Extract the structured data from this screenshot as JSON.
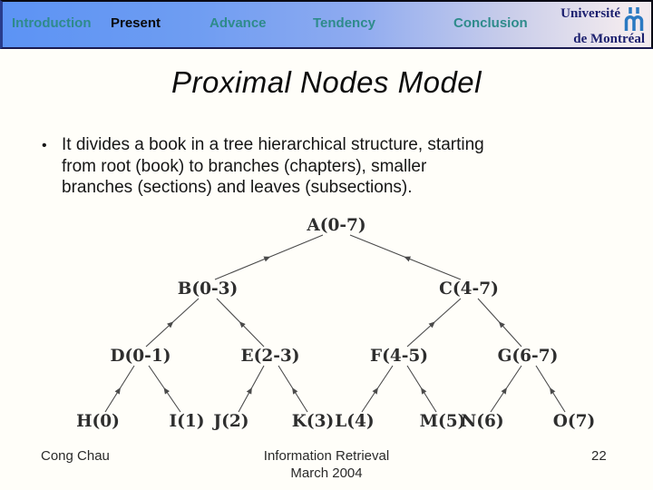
{
  "header": {
    "nav_items": [
      {
        "label": "Introduction",
        "active": false
      },
      {
        "label": "Present",
        "active": true
      },
      {
        "label": "Advance",
        "active": false
      },
      {
        "label": "Tendency",
        "active": false
      },
      {
        "label": "Conclusion",
        "active": false
      }
    ],
    "logo": {
      "line1": "Université",
      "line2": "de Montréal"
    },
    "colors": {
      "nav_link_teal": "#2E8B8B",
      "nav_active_black": "#0A0A0A",
      "bar_gradient_left": "#5C93F4",
      "bar_gradient_right": "#F2EAEE",
      "logo_icon_blue": "#2B7AC2",
      "logo_text_navy": "#1B1F6E"
    }
  },
  "title": "Proximal Nodes Model",
  "bullet": {
    "marker": "•",
    "lines": [
      "It divides a book in a tree hierarchical structure, starting",
      "from root (book) to branches (chapters), smaller",
      "branches (sections) and leaves (subsections)."
    ]
  },
  "tree": {
    "nodes": {
      "A": "A(0-7)",
      "B": "B(0-3)",
      "C": "C(4-7)",
      "D": "D(0-1)",
      "E": "E(2-3)",
      "F": "F(4-5)",
      "G": "G(6-7)",
      "H": "H(0)",
      "I": "I(1)",
      "J": "J(2)",
      "K": "K(3)",
      "L": "L(4)",
      "M": "M(5)",
      "N": "N(6)",
      "O": "O(7)"
    },
    "edges_child_to_parent": [
      [
        "B",
        "A"
      ],
      [
        "C",
        "A"
      ],
      [
        "D",
        "B"
      ],
      [
        "E",
        "B"
      ],
      [
        "F",
        "C"
      ],
      [
        "G",
        "C"
      ],
      [
        "H",
        "D"
      ],
      [
        "I",
        "D"
      ],
      [
        "J",
        "E"
      ],
      [
        "K",
        "E"
      ],
      [
        "L",
        "F"
      ],
      [
        "M",
        "F"
      ],
      [
        "N",
        "G"
      ],
      [
        "O",
        "G"
      ]
    ]
  },
  "footer": {
    "author": "Cong Chau",
    "center_line1": "Information Retrieval",
    "center_line2": "March 2004",
    "page_number": "22"
  }
}
